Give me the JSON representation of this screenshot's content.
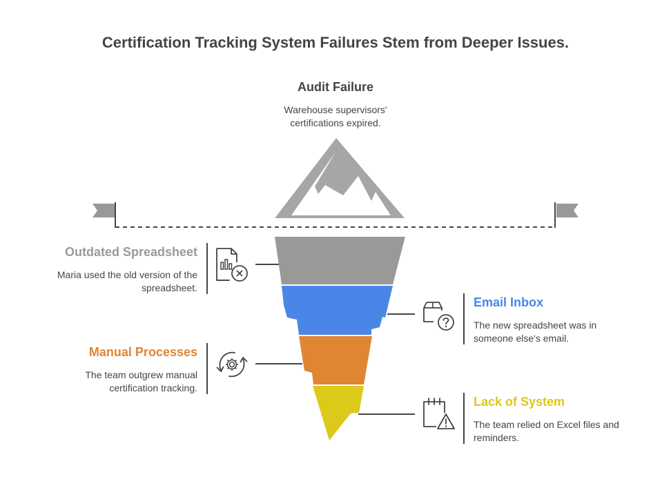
{
  "title": "Certification Tracking System Failures Stem from Deeper Issues.",
  "top": {
    "title": "Audit Failure",
    "desc_lines": [
      "Warehouse supervisors'",
      "certifications expired."
    ]
  },
  "layers": [
    {
      "title": "Outdated Spreadsheet",
      "desc_lines": [
        "Maria used the old version of the",
        "spreadsheet."
      ],
      "color": "#999999",
      "icon": "spreadsheet-error-icon"
    },
    {
      "title": "Email Inbox",
      "desc_lines": [
        "The new spreadsheet was in",
        "someone else's email."
      ],
      "color": "#4a86e8",
      "icon": "mailbox-question-icon"
    },
    {
      "title": "Manual Processes",
      "desc_lines": [
        "The team outgrew manual",
        "certification tracking."
      ],
      "color": "#e08532",
      "icon": "gear-cycle-icon"
    },
    {
      "title": "Lack of System",
      "desc_lines": [
        "The team relied on Excel files and",
        "reminders."
      ],
      "color": "#dcc91a",
      "icon": "calendar-warning-icon"
    }
  ],
  "colors": {
    "text": "#444444",
    "iceberg_tip": "#a6a6a6"
  }
}
